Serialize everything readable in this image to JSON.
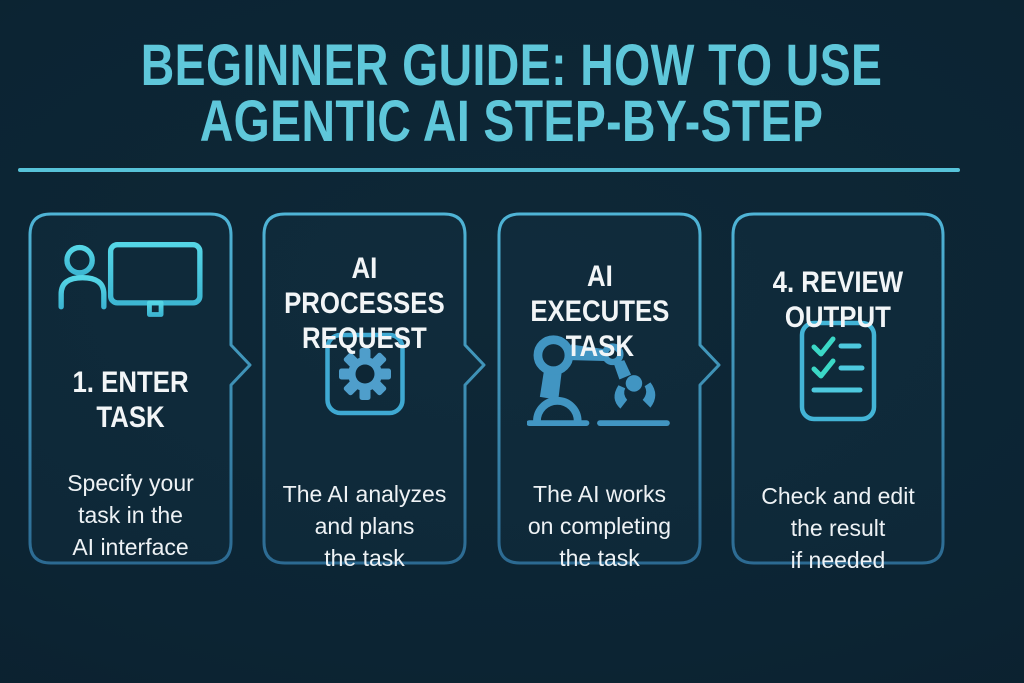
{
  "header": {
    "title": "BEGINNER GUIDE: HOW TO USE\nAGENTIC AI STEP-BY-STEP",
    "title_color": "#5fc7da",
    "divider_color": "#57c3d9"
  },
  "steps": [
    {
      "title": "1. ENTER\nTASK",
      "description": "Specify your\ntask in the\nAI interface",
      "icon": "user-monitor-icon",
      "icon_position": "above-title",
      "has_arrow_to_next": true
    },
    {
      "title": "AI\nPROCESSES\nREQUEST",
      "description": "The AI analyzes\nand plans\nthe task",
      "icon": "gear-icon",
      "icon_position": "below-title",
      "has_arrow_to_next": true
    },
    {
      "title": "AI\nEXECUTES\nTASK",
      "description": "The AI works\non completing\nthe task",
      "icon": "robot-arm-icon",
      "icon_position": "below-title",
      "has_arrow_to_next": true
    },
    {
      "title": "4. REVIEW\nOUTPUT",
      "description": "Check and edit\nthe result\nif needed",
      "icon": "checklist-icon",
      "icon_position": "below-title",
      "has_arrow_to_next": false
    }
  ],
  "colors": {
    "background": "#0c2433",
    "card_border_top": "#4fb4d6",
    "card_border_bottom": "#2c6a92",
    "card_title_text": "#f2f5f7",
    "card_body_text": "#eef2f5",
    "icon_cyan": "#49cadf",
    "icon_blue": "#4195c2",
    "gear_fill": "#4f9ecb",
    "gear_box_stroke": "#3fa9d2",
    "checklist_stroke": "#43b4d6",
    "check_mark": "#3bd8c6",
    "checklist_lines": "#4ec9de"
  }
}
